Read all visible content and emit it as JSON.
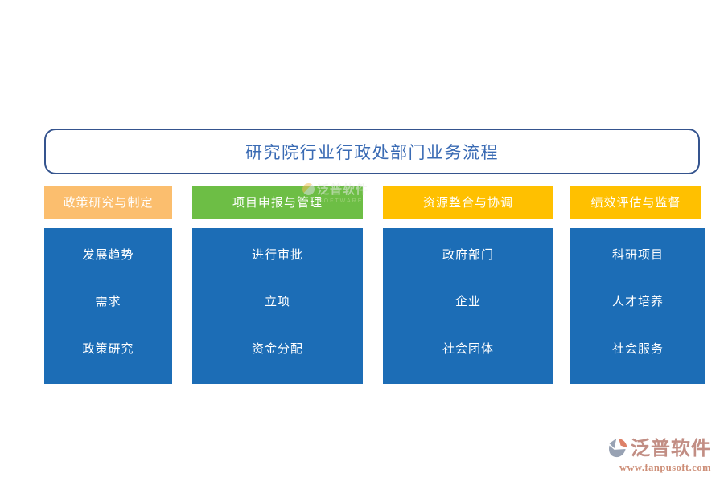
{
  "title": "研究院行业行政处部门业务流程",
  "columns": [
    {
      "header": "政策研究与制定",
      "header_color": "#FBBE6E",
      "items": [
        "发展趋势",
        "需求",
        "政策研究"
      ]
    },
    {
      "header": "项目申报与管理",
      "header_color": "#6DBE45",
      "items": [
        "进行审批",
        "立项",
        "资金分配"
      ]
    },
    {
      "header": "资源整合与协调",
      "header_color": "#FFC000",
      "items": [
        "政府部门",
        "企业",
        "社会团体"
      ]
    },
    {
      "header": "绩效评估与监督",
      "header_color": "#FFC000",
      "items": [
        "科研项目",
        "人才培养",
        "社会服务"
      ]
    }
  ],
  "colors": {
    "title_border": "#35548E",
    "title_text": "#3A6BB4",
    "box_blue": "#1C6DB6",
    "header_text": "#FFFFFF",
    "footer_brand": "#C28E84",
    "footer_url": "#CD8E77",
    "logo_gray": "#98A2B3",
    "logo_orange": "#DD8168"
  },
  "watermark": {
    "brand": "泛普软件",
    "subtext": "SOFTWARE"
  },
  "footer": {
    "brand": "泛普软件",
    "url": "www.fanpusoft.com"
  }
}
